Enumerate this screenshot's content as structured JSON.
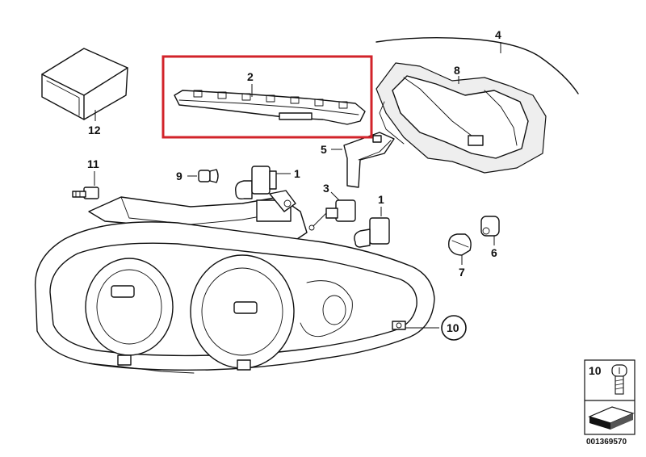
{
  "diagram": {
    "callouts": [
      {
        "id": "c1a",
        "label": "1"
      },
      {
        "id": "c1b",
        "label": "1"
      },
      {
        "id": "c2",
        "label": "2"
      },
      {
        "id": "c3",
        "label": "3"
      },
      {
        "id": "c4",
        "label": "4"
      },
      {
        "id": "c5",
        "label": "5"
      },
      {
        "id": "c6",
        "label": "6"
      },
      {
        "id": "c7",
        "label": "7"
      },
      {
        "id": "c8",
        "label": "8"
      },
      {
        "id": "c9",
        "label": "9"
      },
      {
        "id": "c10",
        "label": "10"
      },
      {
        "id": "c11",
        "label": "11"
      },
      {
        "id": "c12",
        "label": "12"
      }
    ],
    "highlight": {
      "target": "2",
      "color": "#d2232a"
    },
    "legend_box": {
      "label": "10"
    },
    "reference_number": "001369570"
  }
}
